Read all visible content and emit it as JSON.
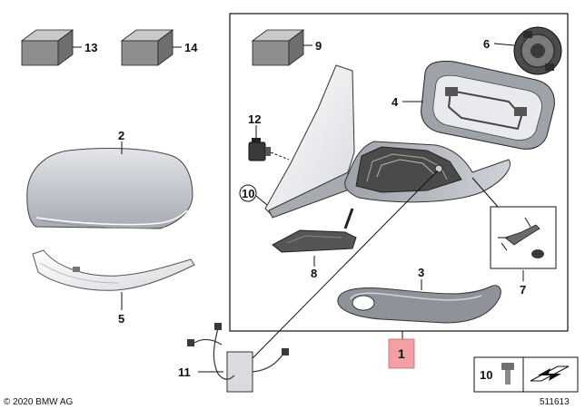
{
  "diagram": {
    "callouts": {
      "c1": "1",
      "c2": "2",
      "c3": "3",
      "c4": "4",
      "c5": "5",
      "c6": "6",
      "c7": "7",
      "c8": "8",
      "c9": "9",
      "c10": "10",
      "c11": "11",
      "c12": "12",
      "c13": "13",
      "c14": "14",
      "c10_legend": "10"
    },
    "copyright": "© 2020 BMW AG",
    "diagram_number": "511613",
    "colors": {
      "highlight_box": "#f2a0a4",
      "part_gray": "#b9bcc2",
      "outline": "#222222"
    }
  }
}
